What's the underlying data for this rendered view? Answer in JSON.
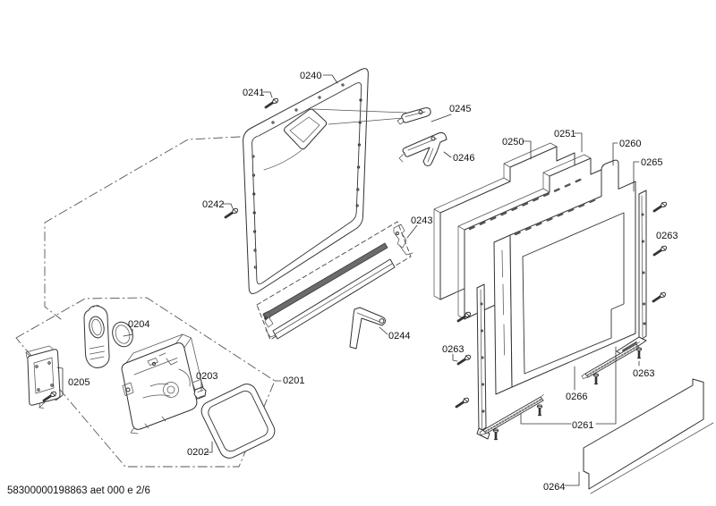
{
  "diagram": {
    "type": "exploded-parts-diagram",
    "footer_code": "58300000198863 aet 000 e 2/6",
    "colors": {
      "background": "#ffffff",
      "line": "#333333",
      "label_text": "#111111",
      "dark_strip": "#6b6b6b"
    },
    "labels": {
      "p0201": "0201",
      "p0202": "0202",
      "p0203": "0203",
      "p0204": "0204",
      "p0205": "0205",
      "p0240": "0240",
      "p0241": "0241",
      "p0242": "0242",
      "p0243": "0243",
      "p0244": "0244",
      "p0245": "0245",
      "p0246": "0246",
      "p0250": "0250",
      "p0251": "0251",
      "p0260": "0260",
      "p0261": "0261",
      "p0263_left": "0263",
      "p0263_right_top": "0263",
      "p0263_right_bottom": "0263",
      "p0264": "0264",
      "p0265": "0265",
      "p0266": "0266"
    }
  }
}
